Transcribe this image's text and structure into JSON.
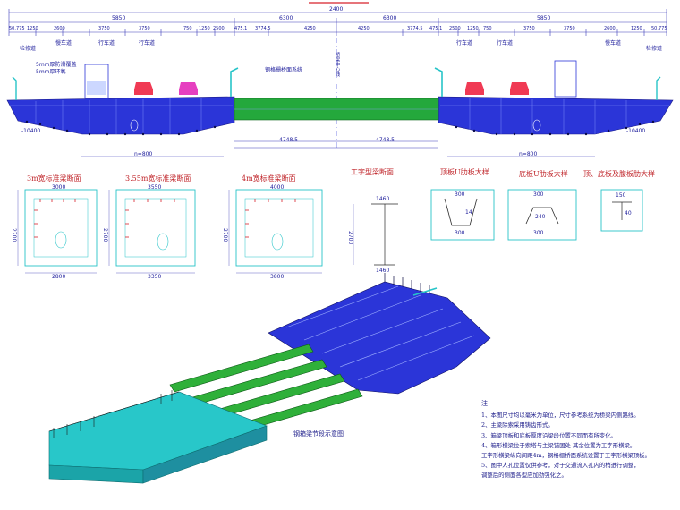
{
  "colors": {
    "deck_blue": "#2b35d8",
    "deck_green": "#24a83c",
    "cross_girder_green": "#2fb03a",
    "deck_cyan": "#28c7c9",
    "line_blue": "#3a3ab8",
    "dim_red": "#d8202a",
    "detail_cyan": "#27c4c8"
  },
  "top_title": "",
  "section": {
    "labels": {
      "overall_width": "2400",
      "left_half": "5850",
      "right_half": "5850",
      "mid_left": "6300",
      "mid_right": "6300",
      "dims": [
        "50.775",
        "1250",
        "2600",
        "3750",
        "3750",
        "750",
        "1250",
        "2500",
        "475.1",
        "3774.5",
        "4250",
        "4250",
        "3774.5",
        "475.1",
        "2500",
        "1250",
        "750",
        "3750",
        "3750",
        "2600",
        "1250",
        "50.775"
      ],
      "lanes_left": [
        "检修道",
        "慢车道",
        "行车道",
        "行车道"
      ],
      "lanes_right": [
        "行车道",
        "行车道",
        "慢车道",
        "检修道"
      ],
      "center_label": "桥梁中心线",
      "steel_label": "钢格栅桥面系统",
      "legend_1": "5mm厚防滑覆盖",
      "legend_2": "5mm厚环氧",
      "bottom_dims": [
        "-10400",
        "4748.5",
        "-10400",
        "4748.5",
        "n=800",
        "n=800"
      ]
    }
  },
  "details": [
    {
      "title": "3m宽标准梁断面",
      "dims": [
        "3000",
        "2800",
        "2700"
      ]
    },
    {
      "title": "3.55m宽标准梁断面",
      "dims": [
        "3550",
        "3350",
        "2700"
      ]
    },
    {
      "title": "4m宽标准梁断面",
      "dims": [
        "4000",
        "3800",
        "2700"
      ]
    },
    {
      "title": "工字型梁断面",
      "dims": [
        "1460",
        "1460",
        "2700"
      ]
    },
    {
      "title": "顶板U肋板大样",
      "dims": [
        "300",
        "14",
        "300"
      ]
    },
    {
      "title": "底板U肋板大样",
      "dims": [
        "300",
        "240",
        "300"
      ]
    },
    {
      "title": "顶、底板及腹板肋大样",
      "dims": [
        "150",
        "40"
      ]
    }
  ],
  "iso_caption": "钢箱梁节段示意图",
  "notes": {
    "heading": "注",
    "items": [
      "1、本图尺寸均以毫米为单位，尺寸参考系统为桥梁内侧路线。",
      "2、主梁除索采用铸齿形式。",
      "3、箱梁顶板和底板厚度沿梁段位置不同而有所变化。",
      "4、箱形横梁位于索塔与主梁锚固处 其余位置为工字形横梁。",
      "   工字形横梁纵向间距4m，钢格栅桥面系统设置于工字形横梁顶板。",
      "5、图中人孔位置仅供参考，对于交通流入孔内的梢进行调整，",
      "   调整后的侧面各型应加劲强化之。"
    ]
  }
}
